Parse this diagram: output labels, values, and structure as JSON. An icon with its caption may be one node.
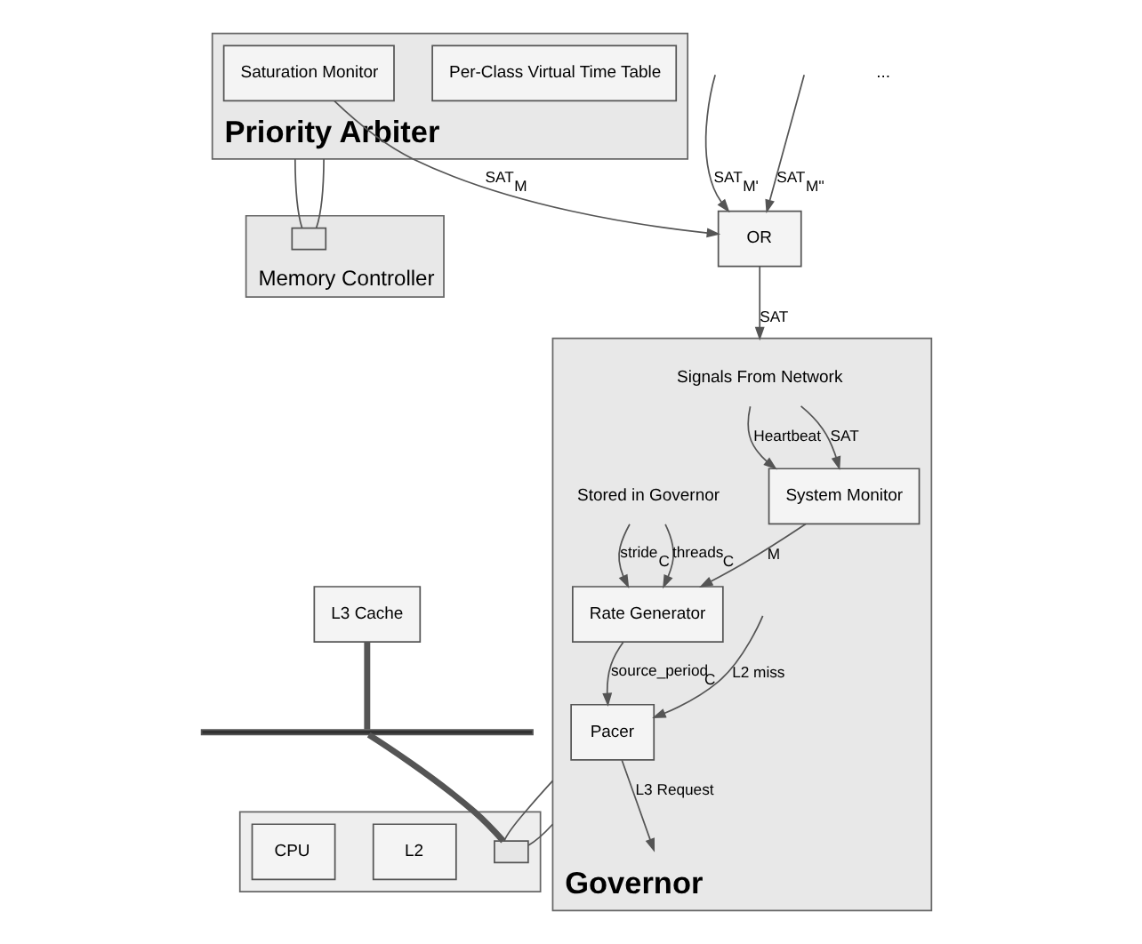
{
  "diagram": {
    "nodes": [
      {
        "text": [
          "OR"
        ]
      },
      {
        "text": [
          "Governor"
        ]
      },
      {
        "text": [
          "Signals From Network"
        ],
        "in": 1
      },
      {
        "text": [
          "Stored in Governor"
        ],
        "in": 1
      },
      {
        "text": [
          "System Monitor"
        ],
        "in": 1
      },
      {
        "text": [
          "Rate Generator"
        ],
        "in": 1
      },
      {
        "text": [
          "Pacer"
        ],
        "in": 1
      },
      {
        "text": [
          "Priority Arbiter"
        ]
      },
      {
        "text": [
          "Per-Class Virtual Time Table"
        ],
        "in": 7
      },
      {
        "text": [
          "Saturation Monitor"
        ],
        "in": 7
      },
      {
        "text": [
          "L3 Cache"
        ]
      },
      {
        "text": [],
        "shape": "bar"
      },
      {
        "text": [],
        "shape": "box"
      },
      {
        "text": [],
        "shape": "box",
        "in": 12
      },
      {
        "text": [
          "L2"
        ],
        "in": 12
      },
      {
        "text": [
          "CPU"
        ],
        "in": 12
      },
      {
        "text": [
          "Memory Controller"
        ]
      },
      {
        "text": [],
        "shape": "box",
        "in": 16
      }
    ],
    "edges": [
      {
        "from": 0,
        "to": 1,
        "label": "SAT",
        "arrow": "to"
      },
      {
        "from": null,
        "to": 0,
        "label": "SAT$_{M'}$",
        "arrow": "to"
      },
      {
        "from": null,
        "to": 0,
        "label": "SAT$_{M''}$",
        "arrow": "to"
      },
      {
        "from": 9,
        "to": 0,
        "label": "SAT$_{M}$",
        "arrow": "to"
      },
      {
        "from": 2,
        "to": 4,
        "label": "Heartbeat",
        "arrow": "to"
      },
      {
        "from": 2,
        "to": 4,
        "label": "SAT",
        "arrow": "to"
      },
      {
        "from": 3,
        "to": 5,
        "label": "stride$_{C}$",
        "arrow": "to"
      },
      {
        "from": 3,
        "to": 5,
        "label": "threads$_{C}$",
        "arrow": "to"
      },
      {
        "from": 4,
        "to": 5,
        "label": "M",
        "arrow": "to"
      },
      {
        "from": 5,
        "to": 6,
        "label": "source_period$_{C}$",
        "arrow": "to"
      },
      {
        "from": null,
        "to": 6,
        "label": "L2 miss",
        "arrow": "to"
      },
      {
        "from": 6,
        "to": null,
        "label": "L3 Request",
        "arrow": "to"
      },
      {
        "from": 1,
        "to": 13,
        "arrow": "none"
      },
      {
        "from": 1,
        "to": 13,
        "arrow": "none"
      },
      {
        "from": 7,
        "to": 17,
        "arrow": "none"
      },
      {
        "from": 7,
        "to": 17,
        "arrow": "none"
      },
      {
        "from": 10,
        "to": 11,
        "arrow": "none",
        "style": "thick"
      },
      {
        "from": 11,
        "to": 13,
        "arrow": "none",
        "style": "thick"
      }
    ],
    "labels": [
      "..."
    ]
  }
}
